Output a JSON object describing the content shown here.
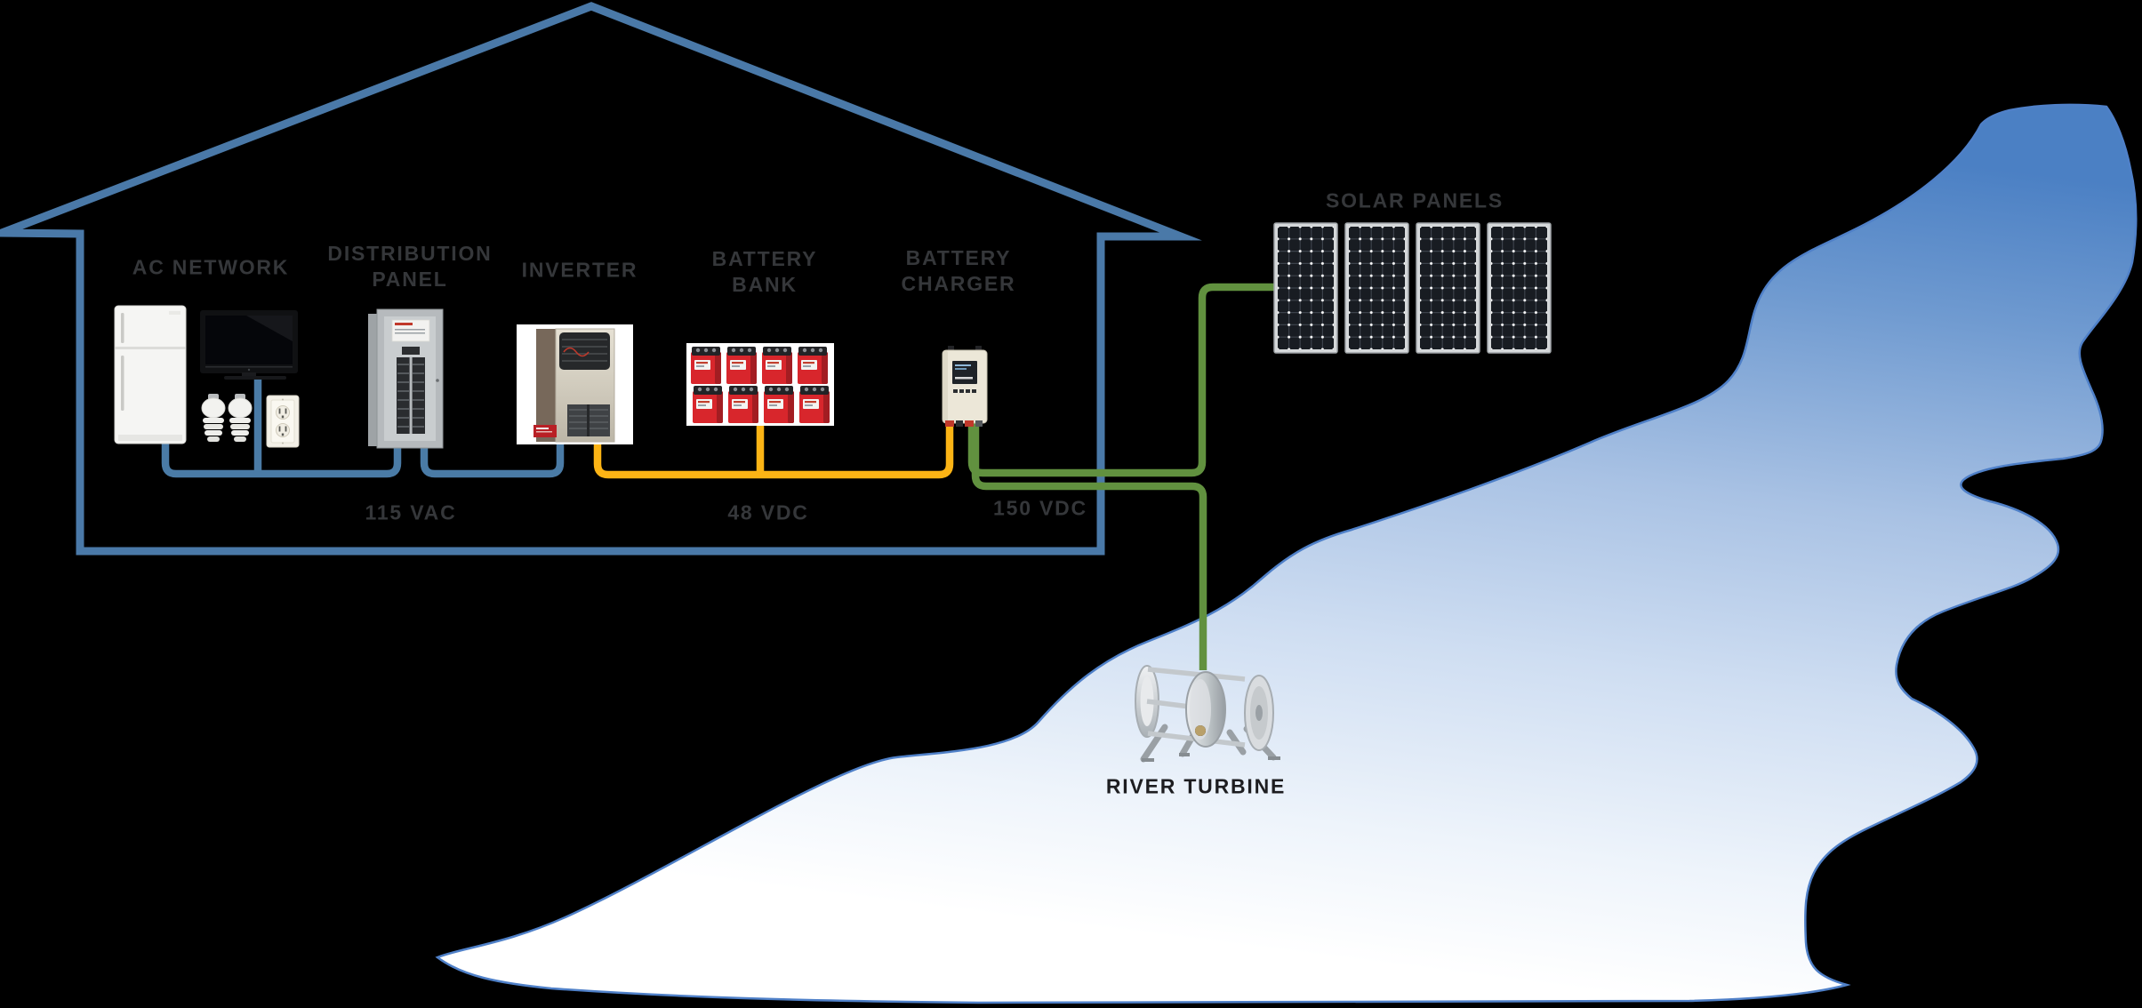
{
  "colors": {
    "background": "#000000",
    "house_outline": "#4a79a8",
    "wire_ac": "#4a7ba6",
    "wire_battery": "#fcb415",
    "wire_source": "#61913f",
    "river_stroke": "#4f80c8",
    "river_deep": "#4b80c4",
    "label_gray": "#35373a",
    "label_dark": "#1d1d20"
  },
  "house": {
    "components": [
      {
        "key": "ac-network",
        "lines": [
          "AC NETWORK"
        ],
        "appliances": [
          "refrigerator",
          "tv",
          "cfl-bulbs",
          "wall-outlet"
        ]
      },
      {
        "key": "distribution-panel",
        "lines": [
          "DISTRIBUTION",
          "PANEL"
        ]
      },
      {
        "key": "inverter",
        "lines": [
          "INVERTER"
        ]
      },
      {
        "key": "battery-bank",
        "lines": [
          "BATTERY",
          "BANK"
        ],
        "battery_count": 8
      },
      {
        "key": "battery-charger",
        "lines": [
          "BATTERY",
          "CHARGER"
        ]
      }
    ]
  },
  "outside": {
    "solar_panels": {
      "label": "SOLAR PANELS",
      "panel_count": 4
    },
    "river_turbine": {
      "label": "RIVER TURBINE"
    }
  },
  "wires": [
    {
      "key": "ac-bus",
      "label": "115 VAC",
      "color": "#4a7ba6"
    },
    {
      "key": "battery-bus",
      "label": "48 VDC",
      "color": "#fcb415"
    },
    {
      "key": "source-bus",
      "label": "150 VDC",
      "color": "#61913f"
    }
  ]
}
